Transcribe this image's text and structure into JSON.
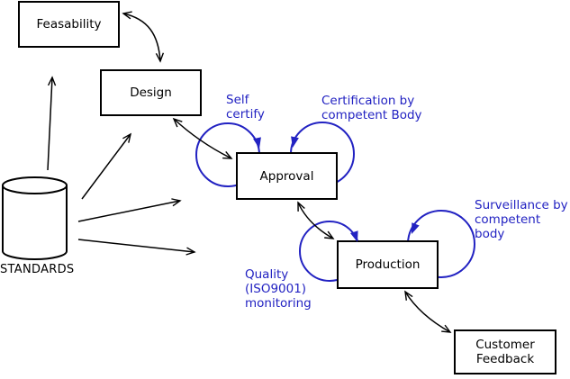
{
  "nodes": {
    "feasability": {
      "label": "Feasability"
    },
    "design": {
      "label": "Design"
    },
    "approval": {
      "label": "Approval"
    },
    "production": {
      "label": "Production"
    },
    "customer_feedback": {
      "label": "Customer\nFeedback"
    },
    "standards": {
      "label": "STANDARDS"
    }
  },
  "annotations": {
    "self_certify": {
      "label": "Self\ncertify"
    },
    "certification": {
      "label": "Certification by\ncompetent Body"
    },
    "surveillance": {
      "label": "Surveillance by\ncompetent body"
    },
    "quality": {
      "label": "Quality\n(ISO9001)\nmonitoring"
    }
  },
  "edges": [
    {
      "from": "feasability",
      "to": "design",
      "bidirectional": true
    },
    {
      "from": "design",
      "to": "approval",
      "bidirectional": true
    },
    {
      "from": "approval",
      "to": "production",
      "bidirectional": true
    },
    {
      "from": "production",
      "to": "customer_feedback",
      "bidirectional": true
    },
    {
      "from": "standards",
      "to": "feasability",
      "bidirectional": false
    },
    {
      "from": "standards",
      "to": "design",
      "bidirectional": false
    },
    {
      "from": "standards",
      "to": "approval",
      "bidirectional": false
    },
    {
      "from": "standards",
      "to": "production",
      "bidirectional": false
    }
  ],
  "self_loops": [
    {
      "on": "approval",
      "label_ref": "self_certify"
    },
    {
      "on": "approval",
      "label_ref": "certification"
    },
    {
      "on": "production",
      "label_ref": "quality"
    },
    {
      "on": "production",
      "label_ref": "surveillance"
    }
  ],
  "colors": {
    "annotation_blue": "#2222c2",
    "line_black": "#000000",
    "background": "#ffffff"
  }
}
